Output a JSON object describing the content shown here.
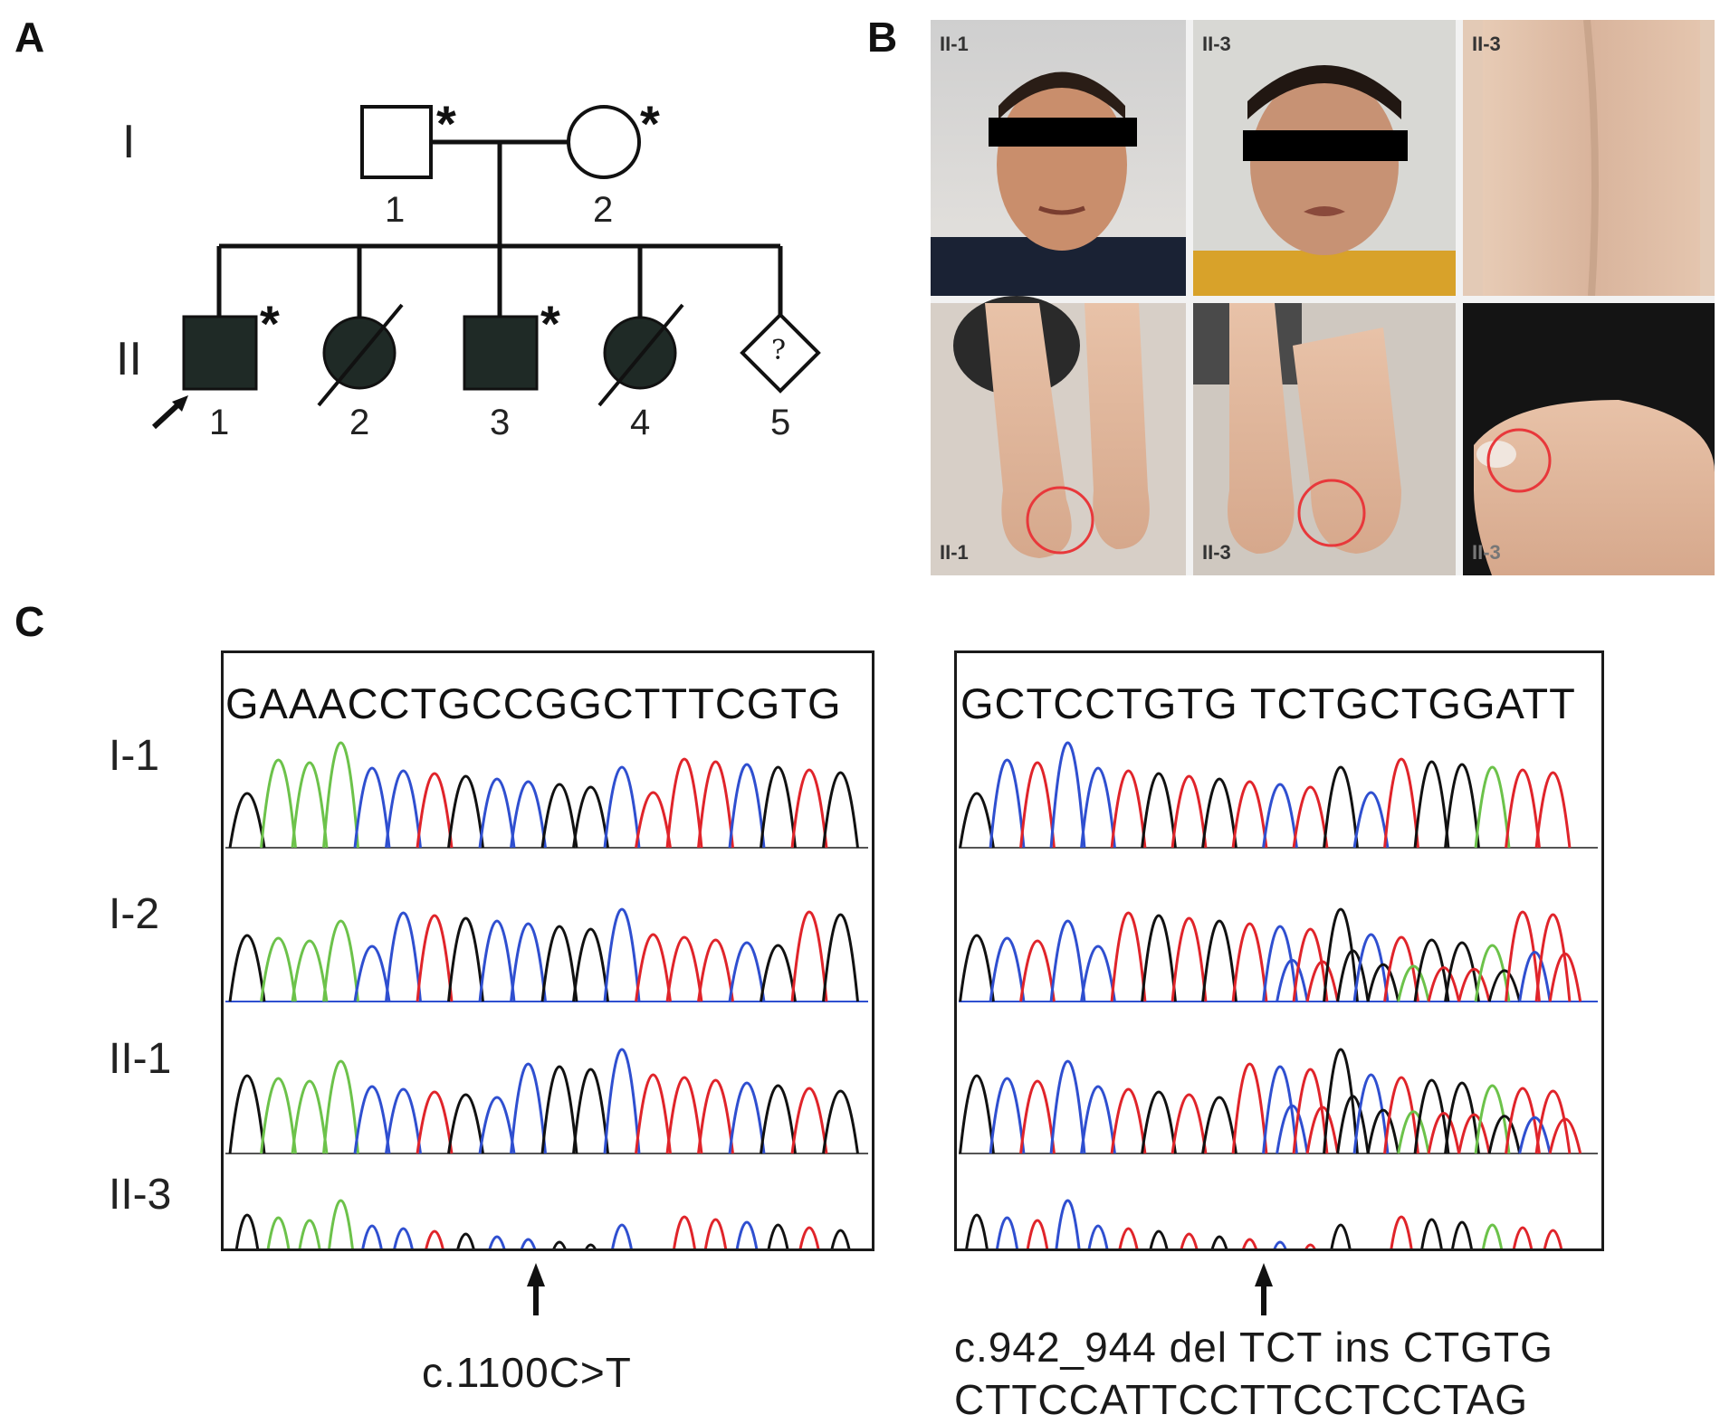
{
  "panels": {
    "a": {
      "letter": "A",
      "generations": [
        "I",
        "II"
      ],
      "gen1": [
        {
          "number": "1",
          "star": "*"
        },
        {
          "number": "2",
          "star": "*"
        }
      ],
      "gen2": [
        {
          "number": "1",
          "star": "*"
        },
        {
          "number": "2"
        },
        {
          "number": "3",
          "star": "*"
        },
        {
          "number": "4"
        },
        {
          "number": "5",
          "symbol_text": "?"
        }
      ]
    },
    "b": {
      "letter": "B",
      "photo_tags": [
        "II-1",
        "II-3",
        "II-3",
        "II-1",
        "II-3",
        "II-3"
      ]
    },
    "c": {
      "letter": "C",
      "trace_labels": [
        "I-1",
        "I-2",
        "II-1",
        "II-3"
      ],
      "left_sequence": "GAAACCTGCCGGCTTTCGTG",
      "right_sequence": "GCTCCTGTG TCTGCTGGATT",
      "left_mutation": "c.1100C>T",
      "right_mutation_line1": "c.942_944 del TCT ins CTGTG",
      "right_mutation_line2": "CTTCCATTCCTTCCTCCTAG"
    }
  },
  "colors": {
    "affected": "#1f2a26",
    "trace_A": "#6cc24a",
    "trace_C": "#2f4fd0",
    "trace_G": "#111111",
    "trace_T": "#e0242a",
    "circle": "#e8383b"
  }
}
